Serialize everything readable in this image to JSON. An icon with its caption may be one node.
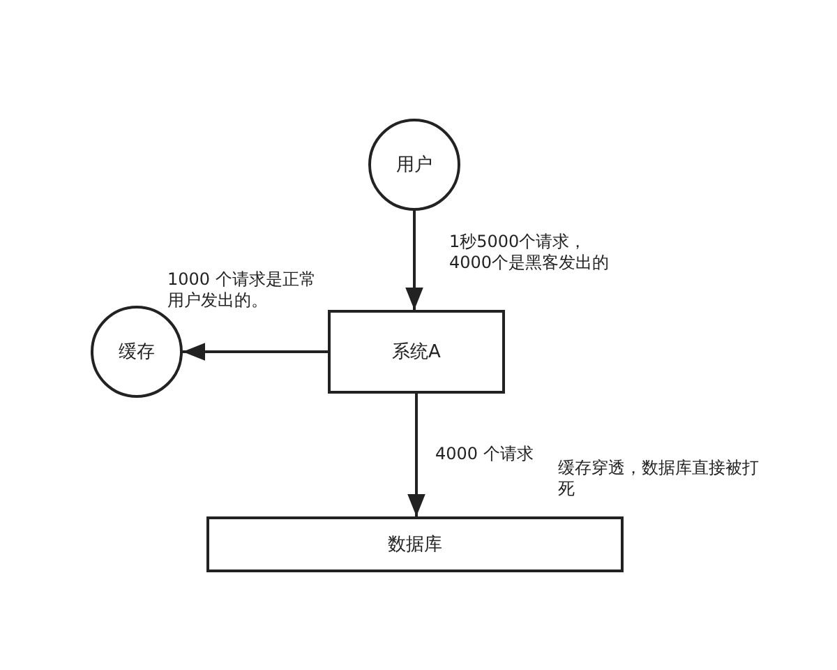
{
  "diagram": {
    "nodes": [
      {
        "text": [
          "用户"
        ]
      },
      {
        "text": [
          "系统A"
        ]
      },
      {
        "text": [
          "缓存"
        ]
      },
      {
        "text": [
          "数据库"
        ]
      }
    ],
    "edges": [
      {
        "from": 0,
        "to": 1,
        "arrow": "to",
        "label": "1秒5000个请求，4000个是黑客发出的"
      },
      {
        "from": 1,
        "to": 2,
        "arrow": "to",
        "label": "1000 个请求是正常用户发出的。"
      },
      {
        "from": 1,
        "to": 3,
        "arrow": "to",
        "label": "4000 个请求"
      }
    ],
    "labels": [
      "缓存穿透，数据库直接被打死"
    ]
  }
}
